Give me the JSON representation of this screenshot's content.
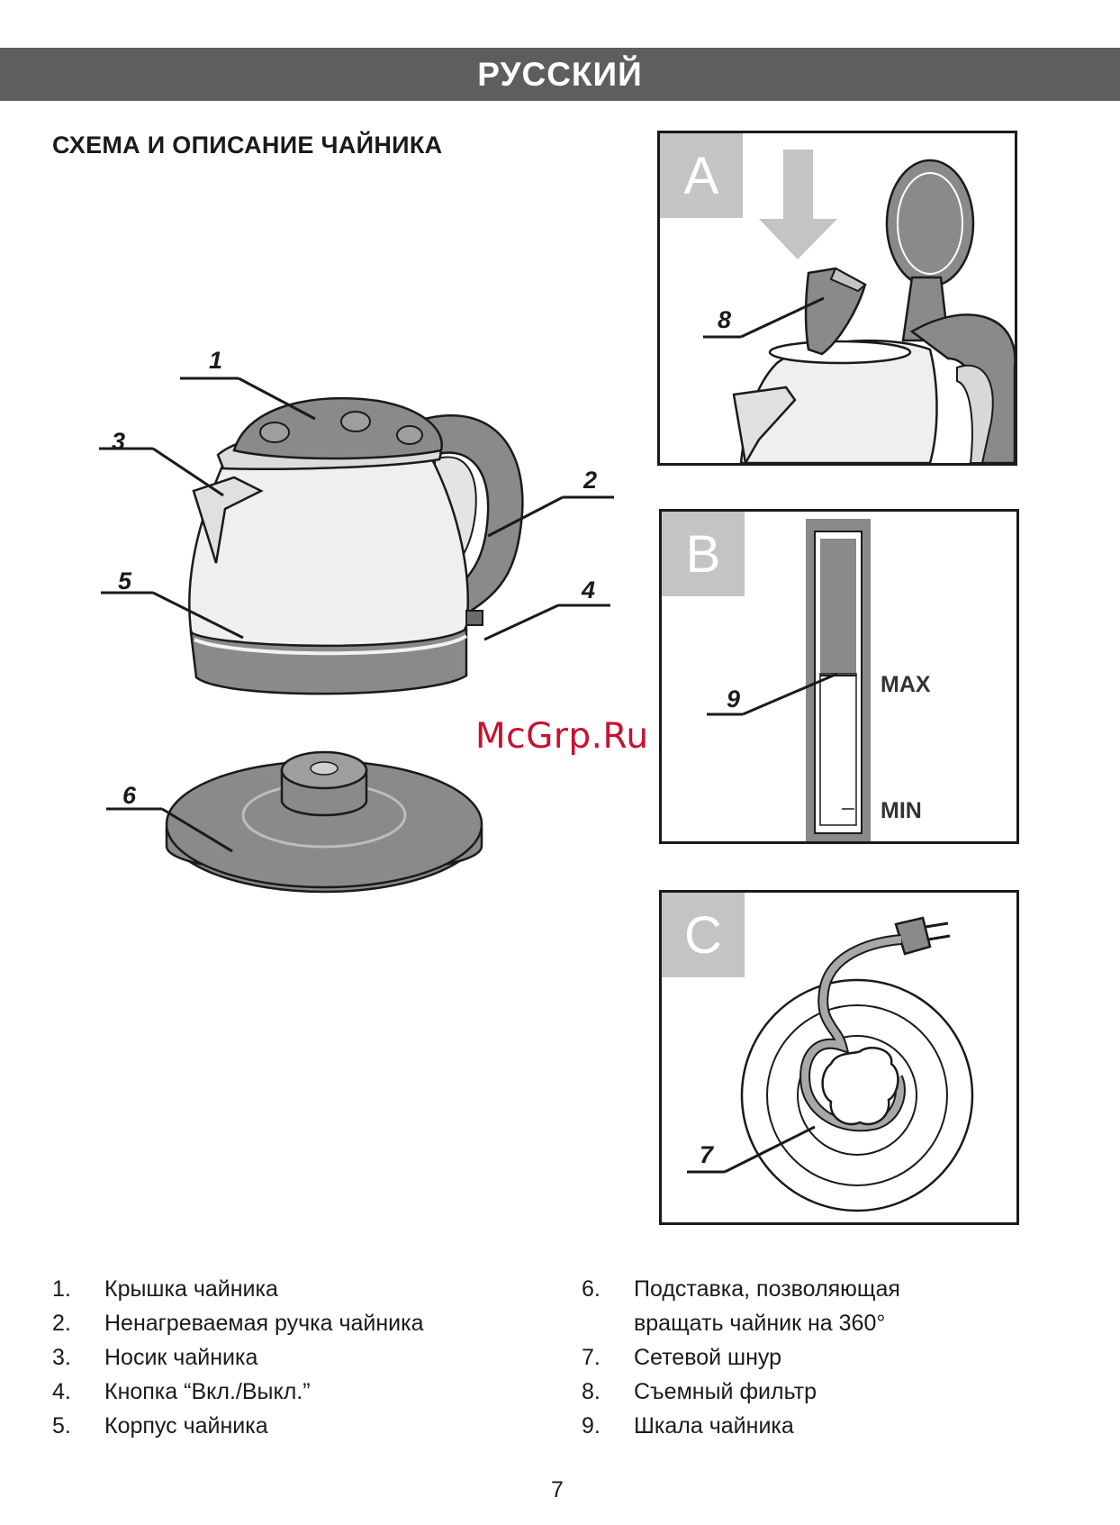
{
  "header": {
    "language": "РУССКИЙ"
  },
  "section_title": "СХЕМА И ОПИСАНИЕ ЧАЙНИКА",
  "main_callouts": [
    "1",
    "2",
    "3",
    "4",
    "5",
    "6"
  ],
  "panels": {
    "a": {
      "letter": "A",
      "callout": "8"
    },
    "b": {
      "letter": "B",
      "callout": "9",
      "max_label": "MAX",
      "min_label": "MIN"
    },
    "c": {
      "letter": "C",
      "callout": "7"
    }
  },
  "watermark": "McGrp.Ru",
  "legend_left": [
    {
      "num": "1.",
      "text": "Крышка чайника"
    },
    {
      "num": "2.",
      "text": "Ненагреваемая ручка чайника"
    },
    {
      "num": "3.",
      "text": "Носик чайника"
    },
    {
      "num": "4.",
      "text": "Кнопка “Вкл./Выкл.”"
    },
    {
      "num": "5.",
      "text": "Корпус чайника"
    }
  ],
  "legend_right": [
    {
      "num": "6.",
      "text": "Подставка, позволяющая"
    },
    {
      "num": "",
      "text": "вращать чайник на 360°"
    },
    {
      "num": "7.",
      "text": "Сетевой шнур"
    },
    {
      "num": "8.",
      "text": "Съемный фильтр"
    },
    {
      "num": "9.",
      "text": "Шкала чайника"
    }
  ],
  "page_number": "7"
}
